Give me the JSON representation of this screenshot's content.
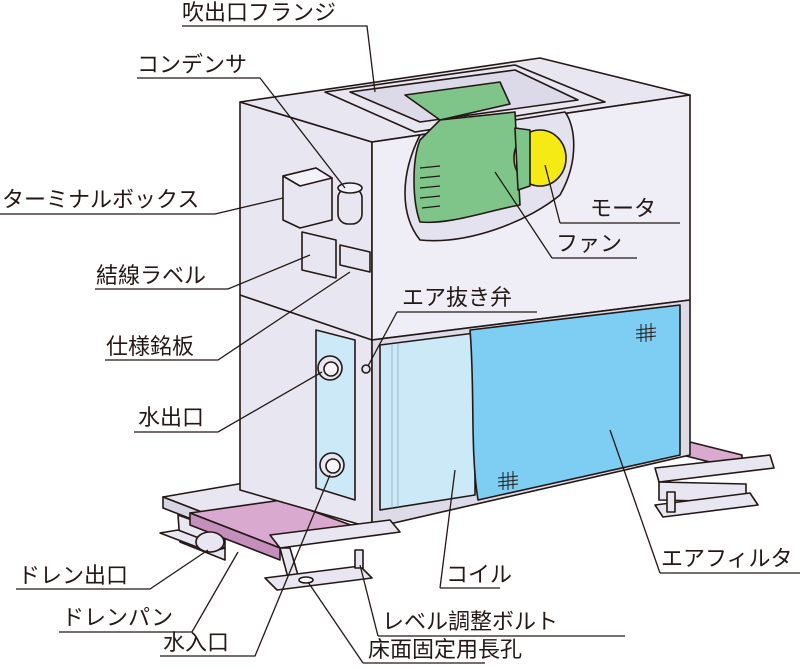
{
  "labels": {
    "outlet_flange": "吹出口フランジ",
    "condenser": "コンデンサ",
    "terminal_box": "ターミナルボックス",
    "wiring_label": "結線ラベル",
    "nameplate": "仕様銘板",
    "water_outlet": "水出口",
    "drain_outlet": "ドレン出口",
    "drain_pan": "ドレンパン",
    "water_inlet": "水入口",
    "air_vent_valve": "エア抜き弁",
    "motor": "モータ",
    "fan": "ファン",
    "coil": "コイル",
    "air_filter": "エアフィルタ",
    "level_bolt": "レベル調整ボルト",
    "floor_slot": "床面固定用長孔"
  },
  "colors": {
    "casing": "#e8e6f0",
    "casing_dark": "#dcd9e8",
    "outline": "#231815",
    "fan_green": "#7fc58a",
    "motor_yellow": "#f5ea14",
    "filter_blue": "#7ecef4",
    "coil_blue": "#cbe9f7",
    "drain_pan_pink": "#d9a9d0"
  }
}
